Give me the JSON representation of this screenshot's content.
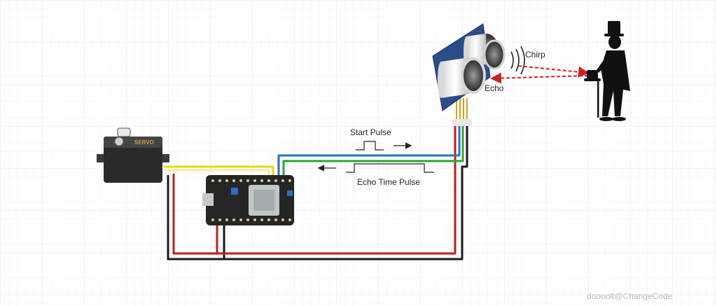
{
  "labels": {
    "start_pulse": "Start Pulse",
    "echo_time_pulse": "Echo Time Pulse",
    "chirp": "Chirp",
    "echo": "Echo",
    "servo": "SERVO"
  },
  "watermark": "doooolt@ChangeCode",
  "colors": {
    "wire_red": "#c0201c",
    "wire_black": "#1a1a1a",
    "wire_yellow": "#e8d820",
    "wire_green": "#2aa830",
    "wire_blue": "#2a6fc8",
    "wave_arrow": "#cc2222",
    "grid": "#ececec"
  },
  "icons": {
    "servo": "servo-motor-icon",
    "board": "microcontroller-board-icon",
    "sensor": "ultrasonic-sensor-icon",
    "person": "gentleman-silhouette-icon"
  }
}
